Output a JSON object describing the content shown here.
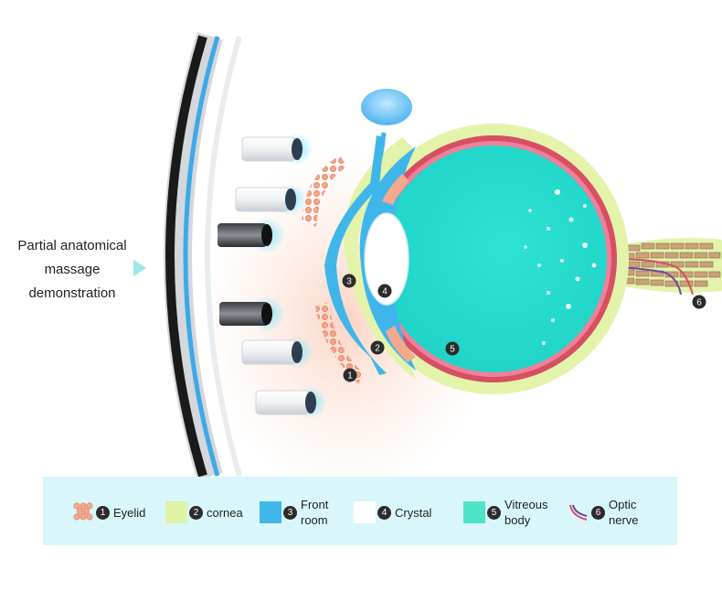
{
  "side_label": {
    "lines": [
      "Partial anatomical",
      "massage",
      "demonstration"
    ]
  },
  "markers": [
    "1",
    "2",
    "3",
    "4",
    "5",
    "6"
  ],
  "legend": [
    {
      "num": "1",
      "lines": [
        "Eyelid"
      ]
    },
    {
      "num": "2",
      "lines": [
        "cornea"
      ]
    },
    {
      "num": "3",
      "lines": [
        "Front",
        "room"
      ]
    },
    {
      "num": "4",
      "lines": [
        "Crystal"
      ]
    },
    {
      "num": "5",
      "lines": [
        "Vitreous",
        "body"
      ]
    },
    {
      "num": "6",
      "lines": [
        "Optic",
        "nerve"
      ]
    }
  ],
  "colors": {
    "eyelid": "#f4a98c",
    "cornea": "#dff3a6",
    "front_room": "#3fb6ea",
    "crystal": "#ffffff",
    "vitreous": "#4ee3c8",
    "optic_nerve_red": "#d64f63",
    "optic_nerve_purple": "#6b4aa0",
    "legend_bg": "#d9f7fa",
    "arrow": "#9ee6e8"
  }
}
